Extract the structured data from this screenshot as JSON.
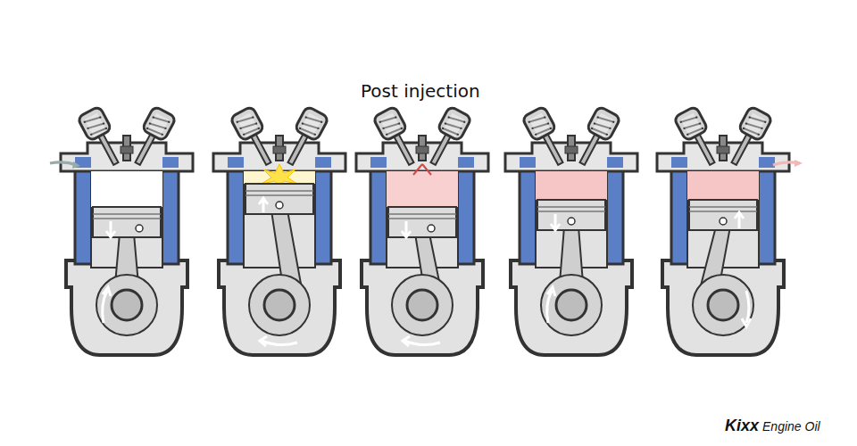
{
  "diagram": {
    "title": "Post injection",
    "labels": [
      "Kixx",
      "Engine Oil"
    ]
  }
}
